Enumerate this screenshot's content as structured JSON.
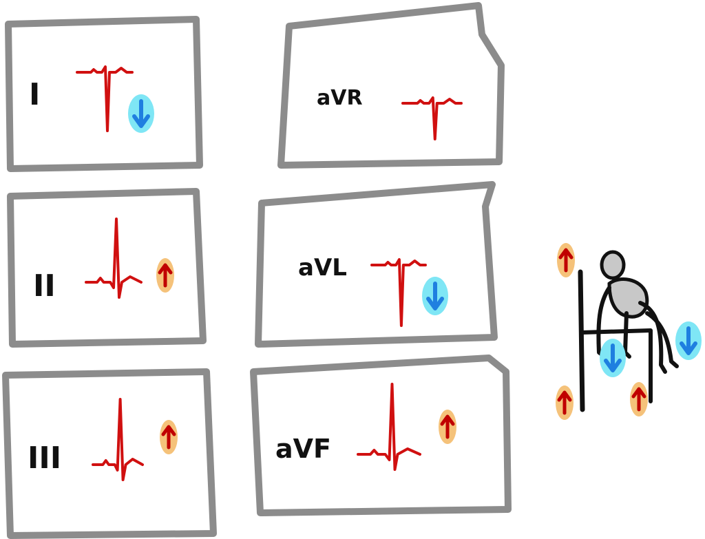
{
  "colors": {
    "frame": "#8c8c8c",
    "trace": "#d01010",
    "down_badge": "#7fe6f5",
    "down_arrow": "#1f7fe0",
    "up_badge": "#f5c27a",
    "up_arrow": "#c00000",
    "body": "#c8c8c8"
  },
  "leads": [
    {
      "label": "I",
      "deflection": "negative",
      "arrow": "down"
    },
    {
      "label": "aVR",
      "deflection": "negative",
      "arrow": null
    },
    {
      "label": "II",
      "deflection": "positive",
      "arrow": "up"
    },
    {
      "label": "aVL",
      "deflection": "negative",
      "arrow": "down"
    },
    {
      "label": "III",
      "deflection": "positive",
      "arrow": "up"
    },
    {
      "label": "aVF",
      "deflection": "positive",
      "arrow": "up"
    }
  ],
  "figure": {
    "icon": "person-sitting-on-stool-icon",
    "arrows": [
      "up",
      "up",
      "up",
      "down",
      "down"
    ]
  }
}
